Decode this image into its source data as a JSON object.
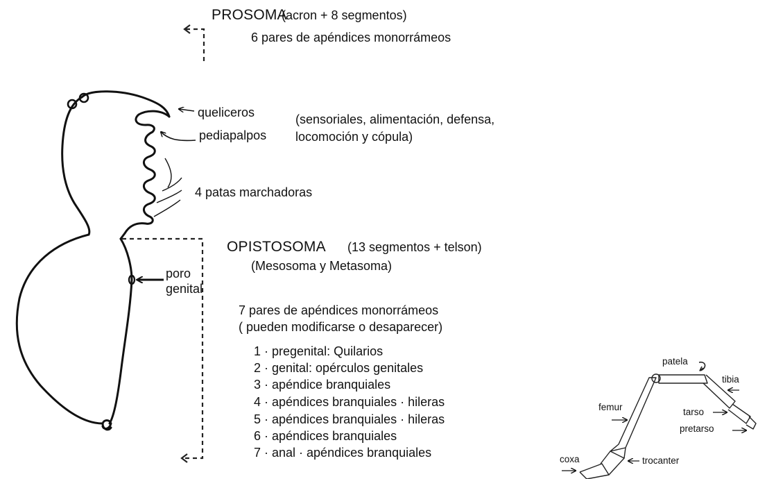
{
  "prosoma": {
    "title": "PROSOMA",
    "detail": "(acron + 8 segmentos)",
    "appendages": "6 pares de apéndices monorrámeos"
  },
  "prosoma_labels": {
    "queliceros": "queliceros",
    "pediapalpos": "pediapalpos",
    "function_line1": "(sensoriales, alimentación, defensa,",
    "function_line2": "locomoción y cópula)",
    "patas": "4 patas marchadoras"
  },
  "opistosoma": {
    "title": "OPISTOSOMA",
    "detail": "(13 segmentos + telson)",
    "subtitle": "(Mesosoma y Metasoma)",
    "poro_line1": "poro",
    "poro_line2": "genital",
    "appendages_line1": "7 pares de apéndices monorrámeos",
    "appendages_line2": "( pueden modificarse o desaparecer)",
    "list": [
      "1 · pregenital: Quilarios",
      "2 · genital: opérculos genitales",
      "3 · apéndice branquiales",
      "4 · apéndices branquiales · hileras",
      "5 · apéndices branquiales · hileras",
      "6 · apéndices branquiales",
      "7 · anal · apéndices branquiales"
    ]
  },
  "leg": {
    "patela": "patela",
    "tibia": "tibia",
    "femur": "femur",
    "tarso": "tarso",
    "pretarso": "pretarso",
    "coxa": "coxa",
    "trocanter": "trocanter"
  }
}
